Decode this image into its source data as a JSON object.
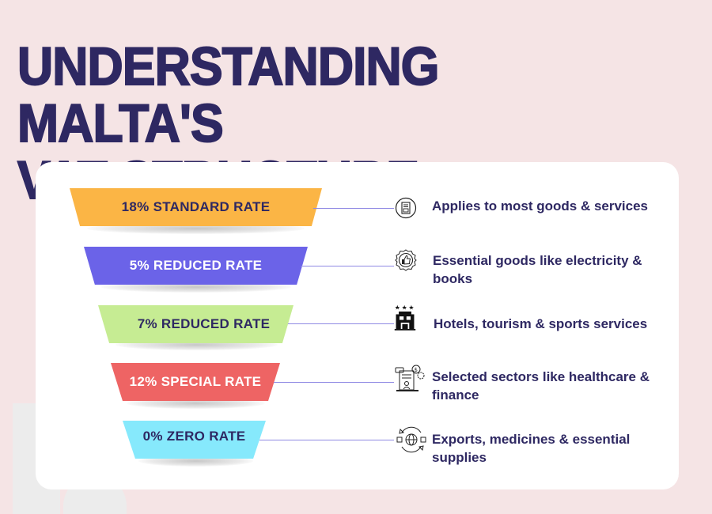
{
  "header": {
    "title_line1": "UNDERSTANDING MALTA'S",
    "title_line2": "VAT STRUCTURE"
  },
  "colors": {
    "background": "#f5e4e5",
    "title": "#2e2862",
    "card": "#ffffff",
    "connector": "#8f89e3"
  },
  "tiers": [
    {
      "label": "18% STANDARD RATE",
      "rate": 18,
      "fill": "#fbb545",
      "text_color": "#2e2862",
      "icon": "document-handshake-icon",
      "description": "Applies to most goods & services"
    },
    {
      "label": "5% REDUCED RATE",
      "rate": 5,
      "fill": "#6b63e8",
      "text_color": "#ffffff",
      "icon": "thumbs-up-badge-icon",
      "description": "Essential goods like electricity & books"
    },
    {
      "label": "7% REDUCED RATE",
      "rate": 7,
      "fill": "#c6ec93",
      "text_color": "#2e2862",
      "icon": "hotel-three-star-icon",
      "description": "Hotels, tourism & sports services"
    },
    {
      "label": "12% SPECIAL RATE",
      "rate": 12,
      "fill": "#ee6464",
      "text_color": "#ffffff",
      "icon": "business-sector-icon",
      "description": "Selected sectors like healthcare & finance"
    },
    {
      "label": "0% ZERO RATE",
      "rate": 0,
      "fill": "#86e9fc",
      "text_color": "#2e2862",
      "icon": "global-export-icon",
      "description": "Exports, medicines & essential supplies"
    }
  ]
}
